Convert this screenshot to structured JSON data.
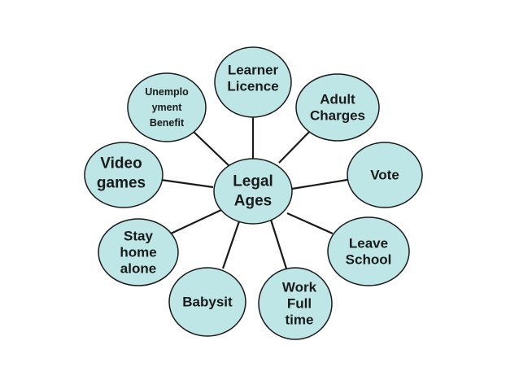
{
  "diagram": {
    "center": {
      "label_lines": [
        "Legal",
        "Ages"
      ]
    },
    "nodes": [
      {
        "id": "learner-licence",
        "label_lines": [
          "Learner",
          "Licence"
        ]
      },
      {
        "id": "adult-charges",
        "label_lines": [
          "Adult",
          "Charges"
        ]
      },
      {
        "id": "vote",
        "label_lines": [
          "Vote"
        ]
      },
      {
        "id": "leave-school",
        "label_lines": [
          "Leave",
          "School"
        ]
      },
      {
        "id": "work-full-time",
        "label_lines": [
          "Work",
          "Full",
          "time"
        ]
      },
      {
        "id": "babysit",
        "label_lines": [
          "Babysit"
        ]
      },
      {
        "id": "stay-home-alone",
        "label_lines": [
          "Stay",
          "home",
          "alone"
        ]
      },
      {
        "id": "video-games",
        "label_lines": [
          "Video",
          "games"
        ]
      },
      {
        "id": "unemployment-benefit",
        "label_lines": [
          "Unemplo",
          "yment",
          "Benefit"
        ]
      }
    ],
    "colors": {
      "node_fill": "#bfe6e6",
      "stroke": "#1a1a1a",
      "text": "#1a1a1a"
    }
  }
}
